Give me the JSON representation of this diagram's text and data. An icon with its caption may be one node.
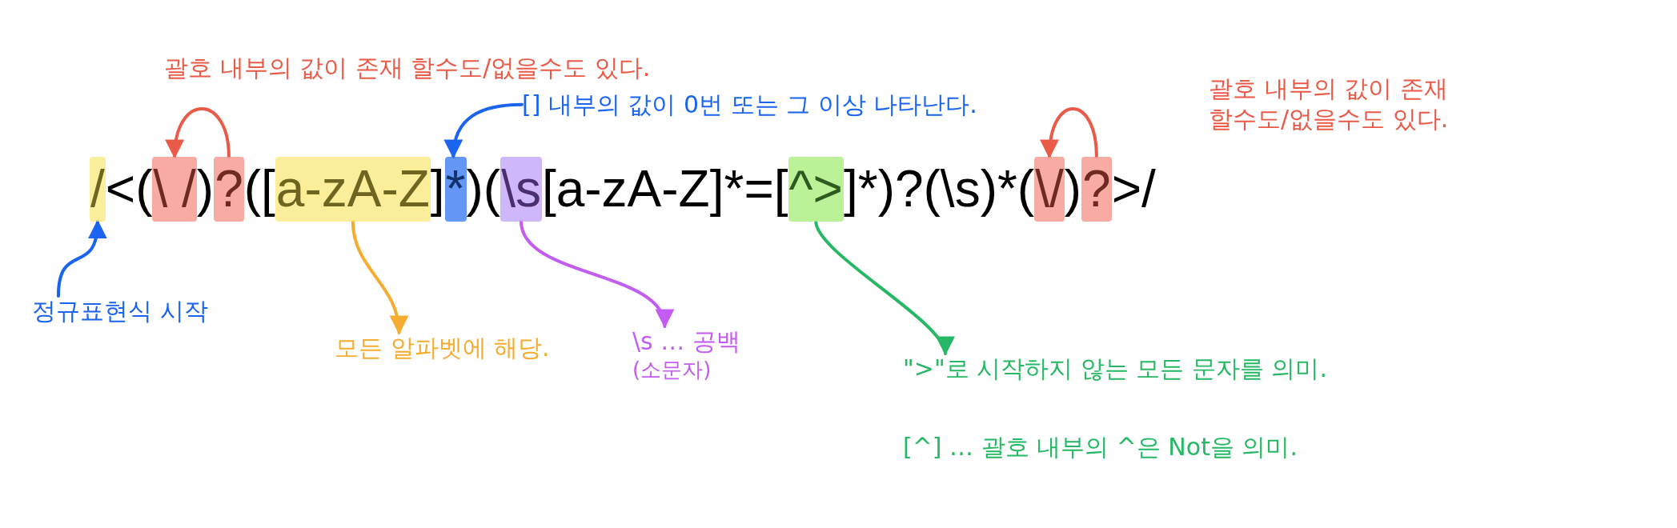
{
  "diagram": {
    "nodes": [
      {
        "text": [
          "[] 내부의 값이 0번 또는 그 이상 나타난다."
        ]
      },
      {
        "text": [
          "/"
        ]
      },
      {
        "text": [
          "\\ /"
        ]
      },
      {
        "text": [
          "?"
        ]
      },
      {
        "text": [
          "a-zA-Z"
        ]
      },
      {
        "text": [
          "*"
        ]
      },
      {
        "text": [
          "\\s"
        ]
      },
      {
        "text": [
          "^>"
        ]
      },
      {
        "text": [
          "\\/"
        ]
      },
      {
        "text": [
          "?"
        ]
      },
      {
        "text": [
          "정규표현식 시작"
        ]
      },
      {
        "text": [
          "모든 알파벳에 해당."
        ]
      },
      {
        "text": [
          "\\s … 공백"
        ],
        "beside": [
          "(소문자)"
        ]
      },
      {
        "text": [
          "\">\"로 시작하지 않는 모든 문자를 의미."
        ]
      }
    ],
    "edges": [
      {
        "from": 10,
        "to": 1,
        "arrow": "to",
        "color": "#1a64f0"
      },
      {
        "from": 3,
        "to": 2,
        "arrow": "to",
        "color": "#ea5a48"
      },
      {
        "from": 0,
        "to": 5,
        "arrow": "to",
        "color": "#1a64f0"
      },
      {
        "from": 4,
        "to": 11,
        "arrow": "to",
        "color": "#f5ac30"
      },
      {
        "from": 6,
        "to": 12,
        "arrow": "to",
        "color": "#c35cf0"
      },
      {
        "from": 7,
        "to": 13,
        "arrow": "to",
        "color": "#26b864"
      },
      {
        "from": 9,
        "to": 8,
        "arrow": "to",
        "color": "#ea5a48"
      }
    ],
    "labels": [
      "괄호 내부의 값이 존재 할수도/없을수도 있다.",
      "괄호 내부의 값이 존재 할수도/없을수도 있다.",
      "<(",
      ")",
      "([",
      "]",
      ")(",
      "[a-zA-Z]*=[",
      "]*)?(\\s)*(",
      ")",
      ">/",
      "[^] … 괄호 내부의 ^은 Not을 의미."
    ]
  }
}
